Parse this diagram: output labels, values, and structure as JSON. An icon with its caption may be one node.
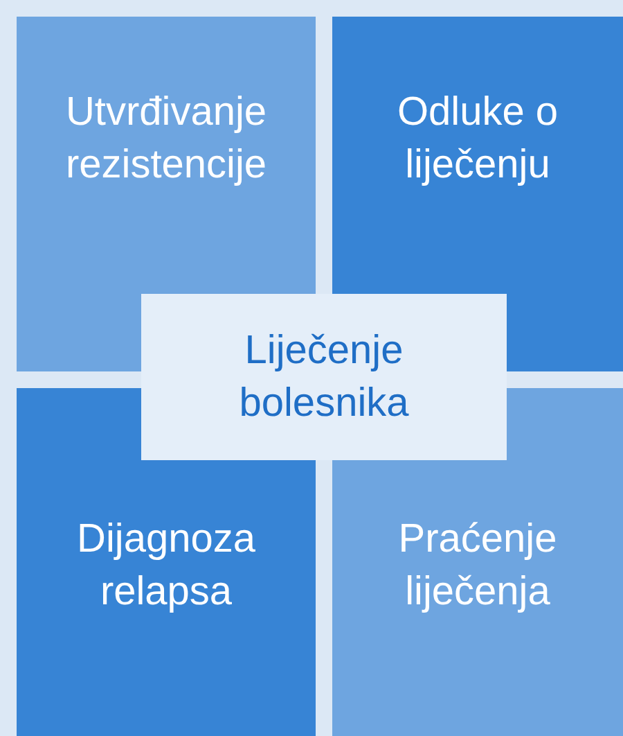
{
  "diagram": {
    "nodes": [
      {
        "text": [
          "Utvrđivanje rezistencije"
        ]
      },
      {
        "text": [
          "Odluke o liječenju"
        ]
      },
      {
        "text": [
          "Liječenje bolesnika"
        ]
      },
      {
        "text": [
          "Dijagnoza relapsa"
        ]
      },
      {
        "text": [
          "Praćenje liječenja"
        ]
      }
    ]
  }
}
